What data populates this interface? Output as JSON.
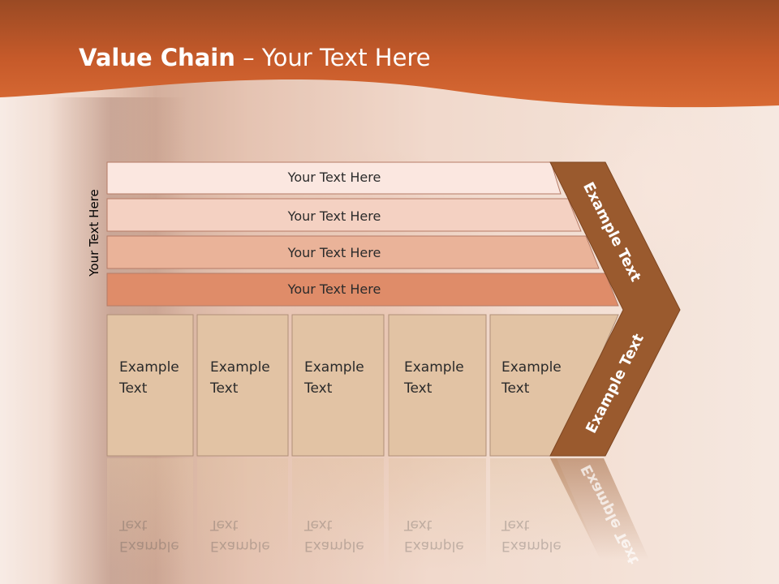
{
  "slide": {
    "title_bold": "Value Chain",
    "title_rest": " – Your Text Here",
    "side_label": "Your Text Here"
  },
  "bars": [
    {
      "label": "Your Text Here",
      "color": "#fbe7e0"
    },
    {
      "label": "Your Text Here",
      "color": "#f4d1c2"
    },
    {
      "label": "Your Text Here",
      "color": "#eab399"
    },
    {
      "label": "Your Text Here",
      "color": "#df8c69"
    }
  ],
  "boxes": [
    {
      "label": "Example\nText"
    },
    {
      "label": "Example\nText"
    },
    {
      "label": "Example\nText"
    },
    {
      "label": "Example\nText"
    },
    {
      "label": "Example\nText"
    }
  ],
  "chevron": {
    "top_label": "Example Text",
    "bottom_label": "Example Text",
    "color": "#9a5a2e"
  },
  "colors": {
    "header": "#c65a2a",
    "box_fill": "#e2c3a4",
    "box_stroke": "#b08f78"
  }
}
